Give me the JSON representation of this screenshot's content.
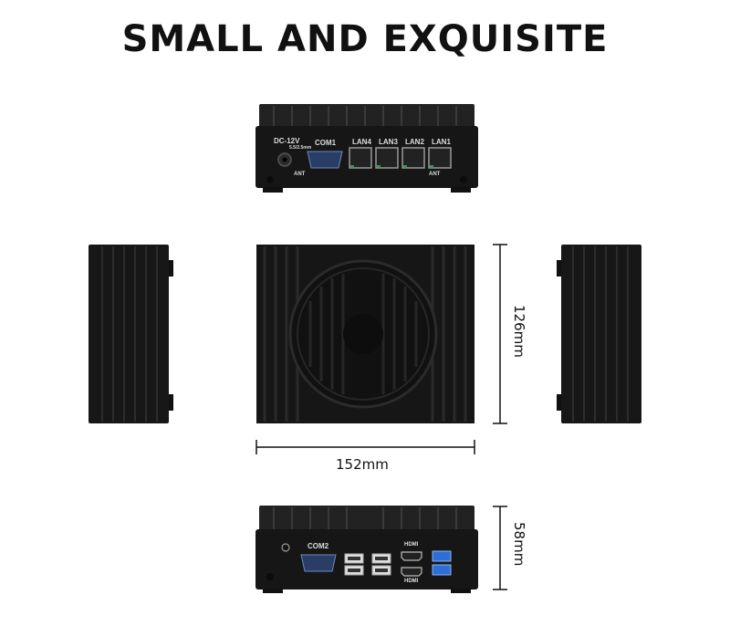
{
  "title": "SMALL AND EXQUISITE",
  "front_panel": {
    "power_label": "DC-12V",
    "power_sub": "5.5/2.5mm",
    "com_label": "COM1",
    "lan_labels": [
      "LAN4",
      "LAN3",
      "LAN2",
      "LAN1"
    ],
    "ant_left": "ANT",
    "ant_right": "ANT"
  },
  "rear_panel": {
    "com_label": "COM2",
    "hdmi_top": "HDMI",
    "hdmi_bottom": "HDMI"
  },
  "dimensions": {
    "width": "152mm",
    "depth": "126mm",
    "height": "58mm"
  },
  "colors": {
    "device": "#161616",
    "usb3_blue": "#2d6fd8",
    "ethernet_green": "#2ea043"
  }
}
